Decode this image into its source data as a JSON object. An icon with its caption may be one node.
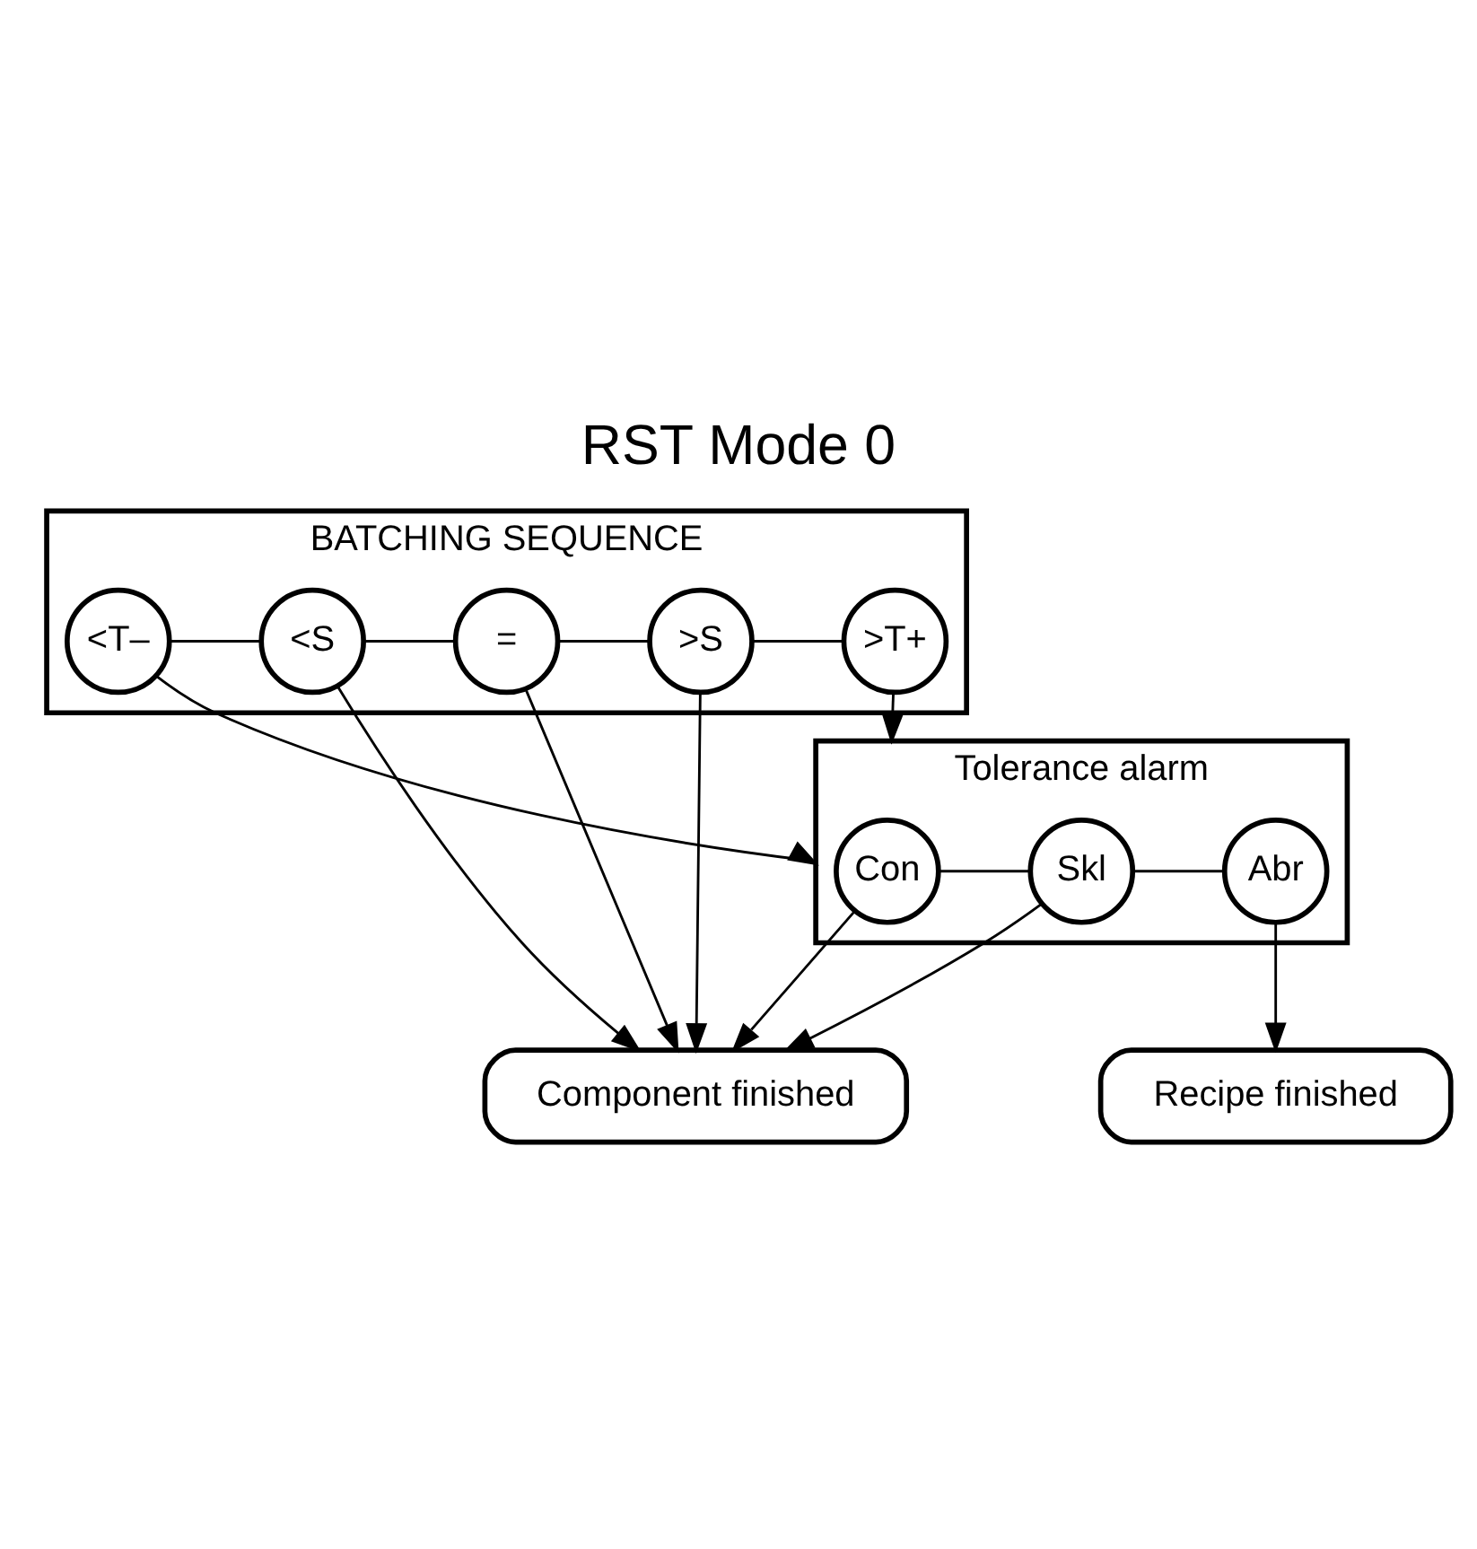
{
  "diagram": {
    "title": "RST Mode 0",
    "nodes": [
      {
        "text": [
          "BATCHING SEQUENCE"
        ]
      },
      {
        "text": [
          "<T–"
        ],
        "in": 0
      },
      {
        "text": [
          "<S"
        ],
        "in": 0
      },
      {
        "text": [
          "="
        ],
        "in": 0
      },
      {
        "text": [
          ">S"
        ],
        "in": 0
      },
      {
        "text": [
          ">T+"
        ],
        "in": 0
      },
      {
        "text": [
          "Tolerance alarm"
        ]
      },
      {
        "text": [
          "Con"
        ],
        "in": 6
      },
      {
        "text": [
          "Skl"
        ],
        "in": 6
      },
      {
        "text": [
          "Abr"
        ],
        "in": 6
      },
      {
        "text": [
          "Component finished"
        ]
      },
      {
        "text": [
          "Recipe finished"
        ]
      }
    ],
    "edges": [
      {
        "from": 1,
        "to": 2,
        "arrow": "none"
      },
      {
        "from": 2,
        "to": 3,
        "arrow": "none"
      },
      {
        "from": 3,
        "to": 4,
        "arrow": "none"
      },
      {
        "from": 4,
        "to": 5,
        "arrow": "none"
      },
      {
        "from": 1,
        "to": 6,
        "arrow": "to"
      },
      {
        "from": 5,
        "to": 6,
        "arrow": "to"
      },
      {
        "from": 2,
        "to": 10,
        "arrow": "to"
      },
      {
        "from": 3,
        "to": 10,
        "arrow": "to"
      },
      {
        "from": 4,
        "to": 10,
        "arrow": "to"
      },
      {
        "from": 7,
        "to": 8,
        "arrow": "none"
      },
      {
        "from": 8,
        "to": 9,
        "arrow": "none"
      },
      {
        "from": 7,
        "to": 10,
        "arrow": "to"
      },
      {
        "from": 8,
        "to": 10,
        "arrow": "to"
      },
      {
        "from": 9,
        "to": 11,
        "arrow": "to"
      }
    ]
  }
}
